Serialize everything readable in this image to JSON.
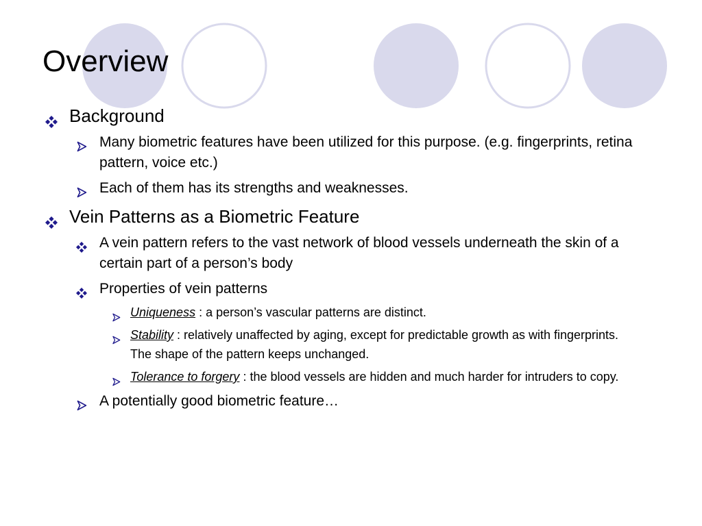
{
  "slide": {
    "title": "Overview",
    "colors": {
      "circle_fill": "#d9d9ec",
      "circle_stroke": "#d9d9ec",
      "bullet": "#1f1a8c"
    },
    "bullets": {
      "background": {
        "icon": "diamond-bullet-icon",
        "text": "Background",
        "children": [
          {
            "icon": "arrow-bullet-icon",
            "text": "Many biometric features have been utilized for this purpose. (e.g. fingerprints, retina pattern, voice etc.)"
          },
          {
            "icon": "arrow-bullet-icon",
            "text": "Each of them has its strengths and weaknesses."
          }
        ]
      },
      "vein": {
        "icon": "diamond-bullet-icon",
        "text": "Vein Patterns as a Biometric Feature",
        "children": [
          {
            "icon": "diamond-bullet-icon",
            "text": "A vein pattern refers to the vast network of blood vessels underneath the skin of a certain part of a person’s body"
          },
          {
            "icon": "diamond-bullet-icon",
            "text": "Properties of vein patterns",
            "children": [
              {
                "icon": "arrow-bullet-icon",
                "term": "Uniqueness",
                "text": " : a person’s vascular patterns are distinct."
              },
              {
                "icon": "arrow-bullet-icon",
                "term": "Stability",
                "text": " : relatively unaffected by aging, except for predictable growth as with fingerprints. The shape of the pattern keeps unchanged."
              },
              {
                "icon": "arrow-bullet-icon",
                "term": "Tolerance to forgery",
                "text": " : the blood vessels are hidden and much harder for intruders to copy."
              }
            ]
          },
          {
            "icon": "arrow-bullet-icon",
            "text": "A potentially good biometric feature…"
          }
        ]
      }
    }
  }
}
